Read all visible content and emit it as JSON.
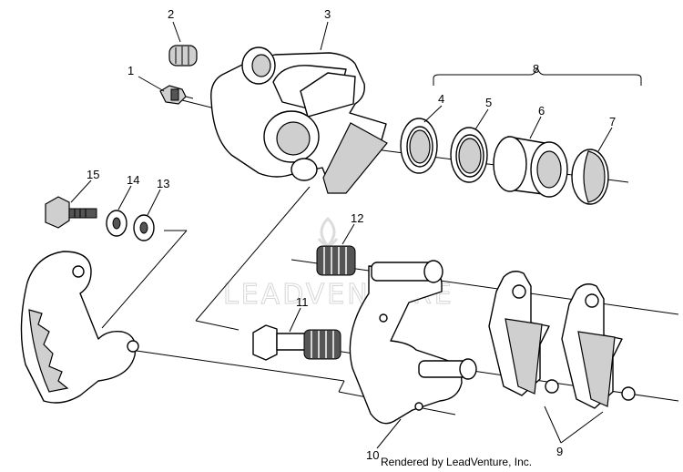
{
  "watermark": "LEADVENTURE",
  "footer": "Rendered by LeadVenture, Inc.",
  "callouts": {
    "c1": "1",
    "c2": "2",
    "c3": "3",
    "c4": "4",
    "c5": "5",
    "c6": "6",
    "c7": "7",
    "c8": "8",
    "c9": "9",
    "c10": "10",
    "c11": "11",
    "c12": "12",
    "c13": "13",
    "c14": "14",
    "c15": "15"
  }
}
